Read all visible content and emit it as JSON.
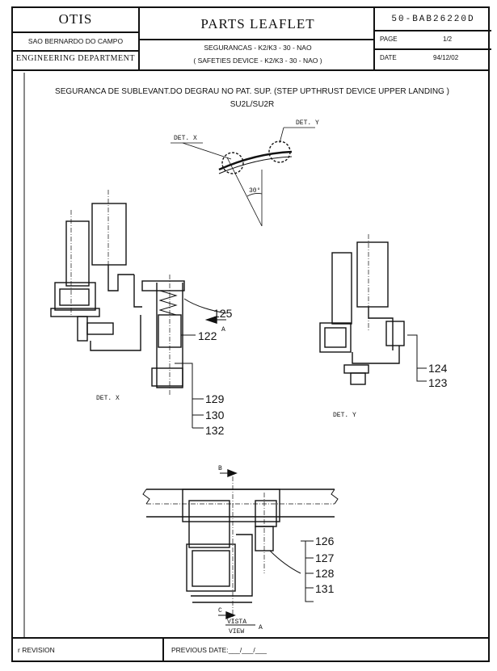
{
  "header": {
    "company": "OTIS",
    "city": "SAO BERNARDO DO CAMPO",
    "department": "ENGINEERING  DEPARTMENT",
    "leaflet_title": "PARTS LEAFLET",
    "subtitle_pt": "SEGURANCAS - K2/K3 - 30 - NAO",
    "subtitle_en": "( SAFETIES DEVICE - K2/K3 - 30 - NAO )",
    "doc_number": "50-BAB26220D",
    "page_label": "PAGE",
    "page_value": "1/2",
    "date_label": "DATE",
    "date_value": "94/12/02"
  },
  "drawing": {
    "title": "SEGURANCA DE SUBLEVANT.DO DEGRAU NO PAT. SUP. (STEP UPTHRUST DEVICE UPPER LANDING )",
    "subtitle": "SU2L/SU2R",
    "det_x_ref": "DET. X",
    "det_y_ref": "DET. Y",
    "angle": "30°",
    "det_x_label": "DET. X",
    "det_y_label": "DET. Y",
    "arrow_a": "A",
    "arrow_b": "B",
    "arrow_c": "C",
    "vista": "VISTA",
    "view": "VIEW",
    "view_letter": "A",
    "parts_x": [
      "125",
      "122",
      "129",
      "130",
      "132"
    ],
    "parts_y": [
      "124",
      "123"
    ],
    "parts_view": [
      "126",
      "127",
      "128",
      "131"
    ]
  },
  "footer": {
    "revision": "r  REVISION",
    "previous_date": "PREVIOUS DATE:___/___/___"
  }
}
